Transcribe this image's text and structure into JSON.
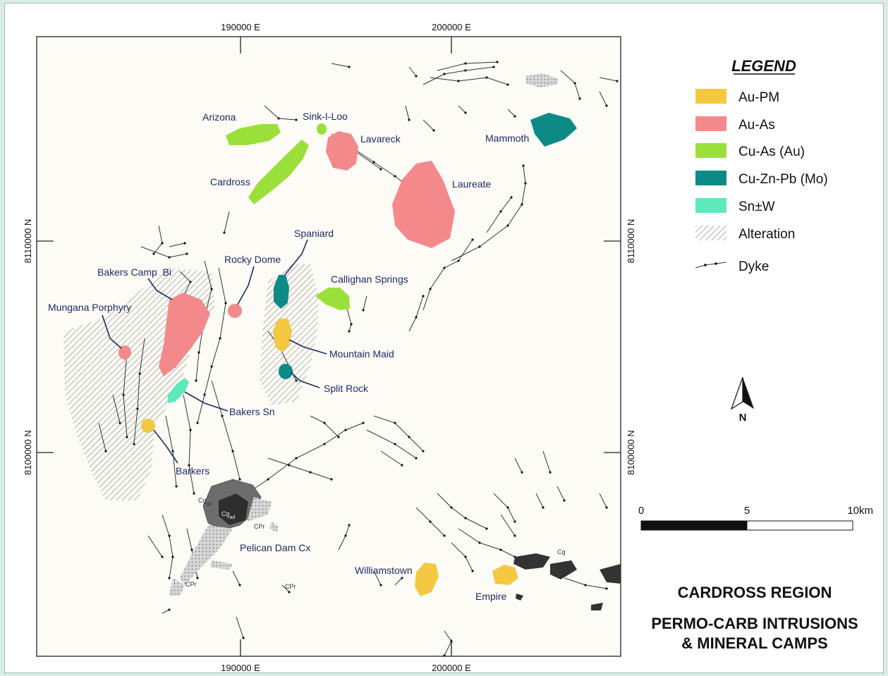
{
  "map": {
    "grid_labels": {
      "top_e1": "190000 E",
      "top_e2": "200000 E",
      "bottom_e1": "190000 E",
      "bottom_e2": "200000 E",
      "left_n1": "8110000 N",
      "left_n2": "8100000 N",
      "right_n1": "8110000 N",
      "right_n2": "8100000 N"
    },
    "deposits": {
      "arizona": "Arizona",
      "sink_i_loo": "Sink-I-Loo",
      "lavareck": "Lavareck",
      "mammoth": "Mammoth",
      "cardross": "Cardross",
      "laureate": "Laureate",
      "spaniard": "Spaniard",
      "rocky_dome": "Rocky Dome",
      "bakers_camp_bi": "Bakers Camp  Bi",
      "callighan_springs": "Callighan Springs",
      "mungana_porphyry": "Mungana Porphyry",
      "mountain_maid": "Mountain Maid",
      "split_rock": "Split Rock",
      "bakers_sn": "Bakers Sn",
      "barkers": "Barkers",
      "pelican_dam_cx": "Pelican Dam Cx",
      "williamstown": "Williamstown",
      "empire": "Empire"
    },
    "geology_codes": {
      "cg_gd": "Cg",
      "cg_gd_sub": "gd",
      "cg_ad": "Cg",
      "cg_ad_sub": "ad",
      "cpr1": "CPr",
      "cpr2": "CPr",
      "cpr3": "CPr",
      "cg_east": "Cg"
    }
  },
  "legend": {
    "title": "LEGEND",
    "items": [
      {
        "label": "Au-PM",
        "color": "#f5c842"
      },
      {
        "label": "Au-As",
        "color": "#f4898c"
      },
      {
        "label": "Cu-As (Au)",
        "color": "#9be03a"
      },
      {
        "label": "Cu-Zn-Pb (Mo)",
        "color": "#0e8a86"
      },
      {
        "label": "Sn±W",
        "color": "#5ee8bc"
      },
      {
        "label": "Alteration",
        "pattern": "hatch"
      },
      {
        "label": "Dyke",
        "symbol": "dyke-line"
      }
    ]
  },
  "north_arrow": {
    "label": "N"
  },
  "scale_bar": {
    "labels": [
      "0",
      "5",
      "10km"
    ]
  },
  "title": {
    "line1": "CARDROSS REGION",
    "line2": "PERMO-CARB INTRUSIONS",
    "line3": "& MINERAL CAMPS"
  }
}
